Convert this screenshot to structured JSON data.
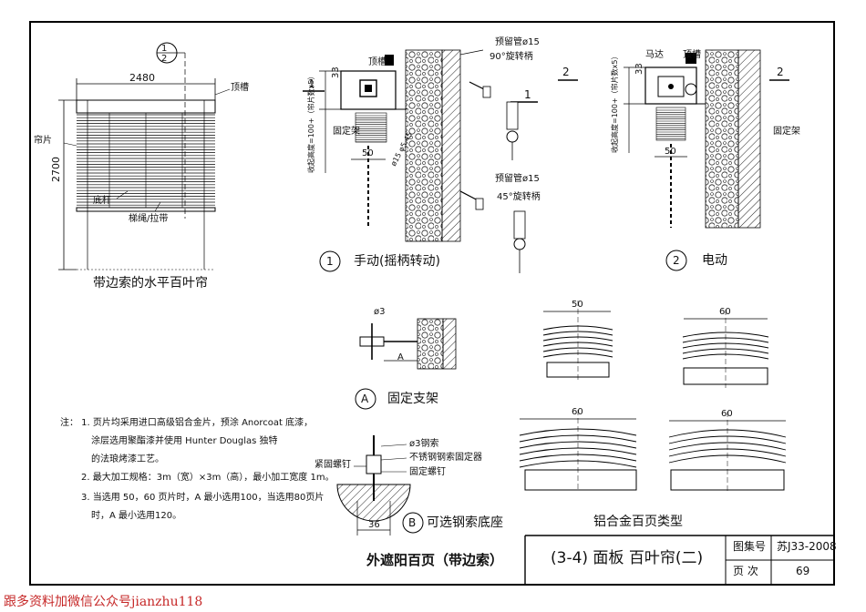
{
  "top_left": {
    "tag": "1\n2",
    "width_dim": "2480",
    "height_dim": "2700",
    "slat_label": "帘片",
    "top_rail_label": "顶槽",
    "bottom_rail_label": "底杆",
    "cord_label": "梯绳/拉带",
    "caption": "带边索的水平百叶帘"
  },
  "detail1": {
    "section_mark": "1",
    "top_rail_label": "顶槽",
    "dim_33": "33",
    "stack_height_label": "收起高度=100+（帘片数x5）",
    "fixed_bracket_label": "固定架",
    "dim_50": "50",
    "circle_num": "1",
    "caption": "手动(摇柄转动)",
    "conduit_top": "预留管ø15",
    "crank_90": "90°旋转柄",
    "conduit_bottom": "预留管ø15",
    "crank_45": "45°旋转柄",
    "angle_label": "ø15 φ5.45"
  },
  "detail2": {
    "section_mark_left": "2",
    "section_mark_right": "2",
    "motor_label": "马达",
    "top_rail_label": "顶槽",
    "dim_33": "33",
    "stack_height_label": "收起高度=100+（帘片数x5）",
    "dim_50": "50",
    "fixed_bracket_label": "固定架",
    "circle_num": "2",
    "caption": "电动"
  },
  "detailA": {
    "dim_phi": "ø3",
    "dim_A": "A",
    "circle_letter": "A",
    "caption": "固定支架"
  },
  "detailB": {
    "cable_label": "ø3钢索",
    "fixer_label": "不锈钢钢索固定器",
    "screw_label": "固定螺钉",
    "tight_screw_label": "紧固螺钉",
    "dim_36": "36",
    "circle_letter": "B",
    "caption": "可选钢索底座"
  },
  "slat_types": {
    "dim_a": "50",
    "dim_b": "60",
    "dim_c": "60",
    "dim_d": "60",
    "caption": "铝合金百页类型"
  },
  "notes": [
    "注：  1. 页片均采用进口高级铝合金片，预涂 Anorcoat 底漆，",
    "涂层选用聚酯漆并使用 Hunter Douglas 独特",
    "的法琅烤漆工艺。",
    "2. 最大加工规格：3m（宽）×3m（高），最小加工宽度 1m。",
    "3. 当选用 50，60 页片时，A 最小选用100，当选用80页片",
    "时，A 最小选用120。"
  ],
  "main_caption": "外遮阳百页（带边索）",
  "title_block": {
    "title": "(3-4)  面板  百叶帘(二)",
    "atlas_label": "图集号",
    "atlas_value": "苏J33-2008",
    "page_label": "页    次",
    "page_value": "69"
  },
  "footer": "跟多资料加微信公众号jianzhu118"
}
